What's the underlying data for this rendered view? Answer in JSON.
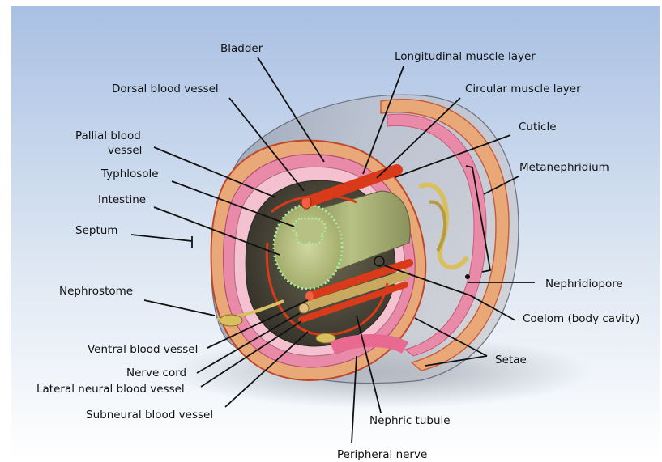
{
  "labels": {
    "bladder": "Bladder",
    "longitudinal_muscle_layer": "Longitudinal muscle layer",
    "dorsal_blood_vessel": "Dorsal blood vessel",
    "circular_muscle_layer": "Circular muscle layer",
    "pallial_blood_vessel_line1": "Pallial blood",
    "pallial_blood_vessel_line2": "vessel",
    "cuticle": "Cuticle",
    "typhlosole": "Typhlosole",
    "metanephridium": "Metanephridium",
    "intestine": "Intestine",
    "septum": "Septum",
    "nephrostome": "Nephrostome",
    "nephridiopore": "Nephridiopore",
    "coelom": "Coelom (body cavity)",
    "ventral_blood_vessel": "Ventral blood vessel",
    "setae": "Setae",
    "nerve_cord": "Nerve cord",
    "lateral_neural_blood_vessel": "Lateral neural blood vessel",
    "subneural_blood_vessel": "Subneural blood vessel",
    "nephric_tubule": "Nephric tubule",
    "peripheral_nerve": "Peripheral nerve"
  },
  "colors": {
    "background_top": "#b4c8e6",
    "background_bottom": "#ffffff",
    "epidermis": "#e8a878",
    "cuticle_outline": "#d04a2a",
    "circular_muscle": "#e98aa8",
    "longitudinal_muscle": "#f0b8c8",
    "coelom": "#4a4638",
    "intestine": "#b4bc7a",
    "typhlosole_dots": "#a6f0a0",
    "blood_vessel": "#d83a1a",
    "nerve": "#c9a860",
    "nephridium": "#d8c060",
    "leader_line": "#111111"
  }
}
